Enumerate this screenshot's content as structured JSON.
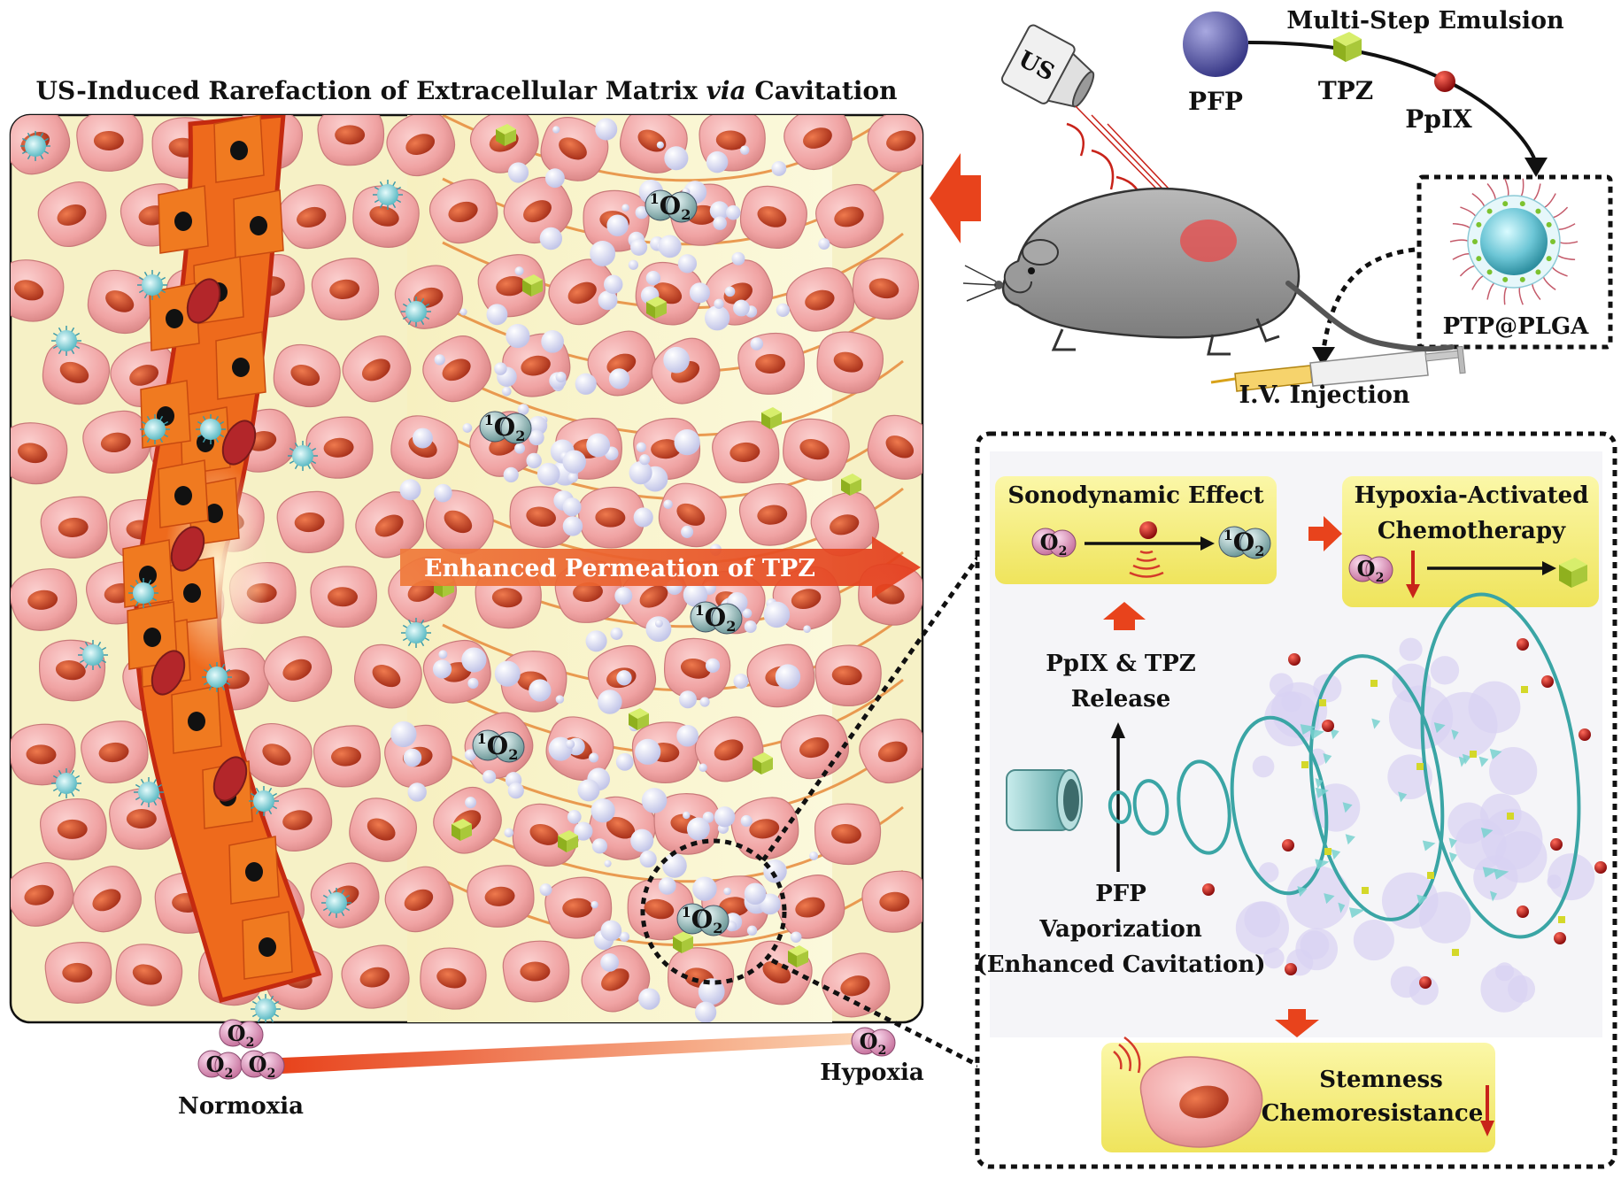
{
  "left_panel": {
    "title_prefix": "US-Induced Rarefaction of Extracellular Matrix ",
    "title_italic": "via",
    "title_suffix": " Cavitation",
    "permeation_label": "Enhanced Permeation of TPZ",
    "singlet_oxygen": "1O2",
    "o2": "O2",
    "normoxia": "Normoxia",
    "hypoxia": "Hypoxia"
  },
  "synthesis": {
    "title": "Multi-Step Emulsion",
    "pfp": "PFP",
    "tpz": "TPZ",
    "ppix": "PpIX",
    "nanoparticle": "PTP@PLGA",
    "injection": "I.V. Injection",
    "us": "US"
  },
  "mechanism": {
    "sonodynamic": "Sonodynamic Effect",
    "hypoxia_line1": "Hypoxia-Activated",
    "hypoxia_line2": "Chemotherapy",
    "release_line1": "PpIX & TPZ",
    "release_line2": "Release",
    "pfp_line1": "PFP",
    "pfp_line2": "Vaporization",
    "pfp_line3": "(Enhanced Cavitation)",
    "outcome_line1": "Stemness",
    "outcome_line2": "Chemoresistance"
  },
  "colors": {
    "cell": "#f2a7a7",
    "nucleus": "#c8401e",
    "vessel": "#ee6a1c",
    "matrix": "#fbf6c8",
    "bubble": "#d6d8f0",
    "tpz_cube": "#a4c52a",
    "accent_arrow": "#e8431c",
    "cavitation_ring": "#3aa5a5",
    "label_box": "#f4ee7a"
  }
}
